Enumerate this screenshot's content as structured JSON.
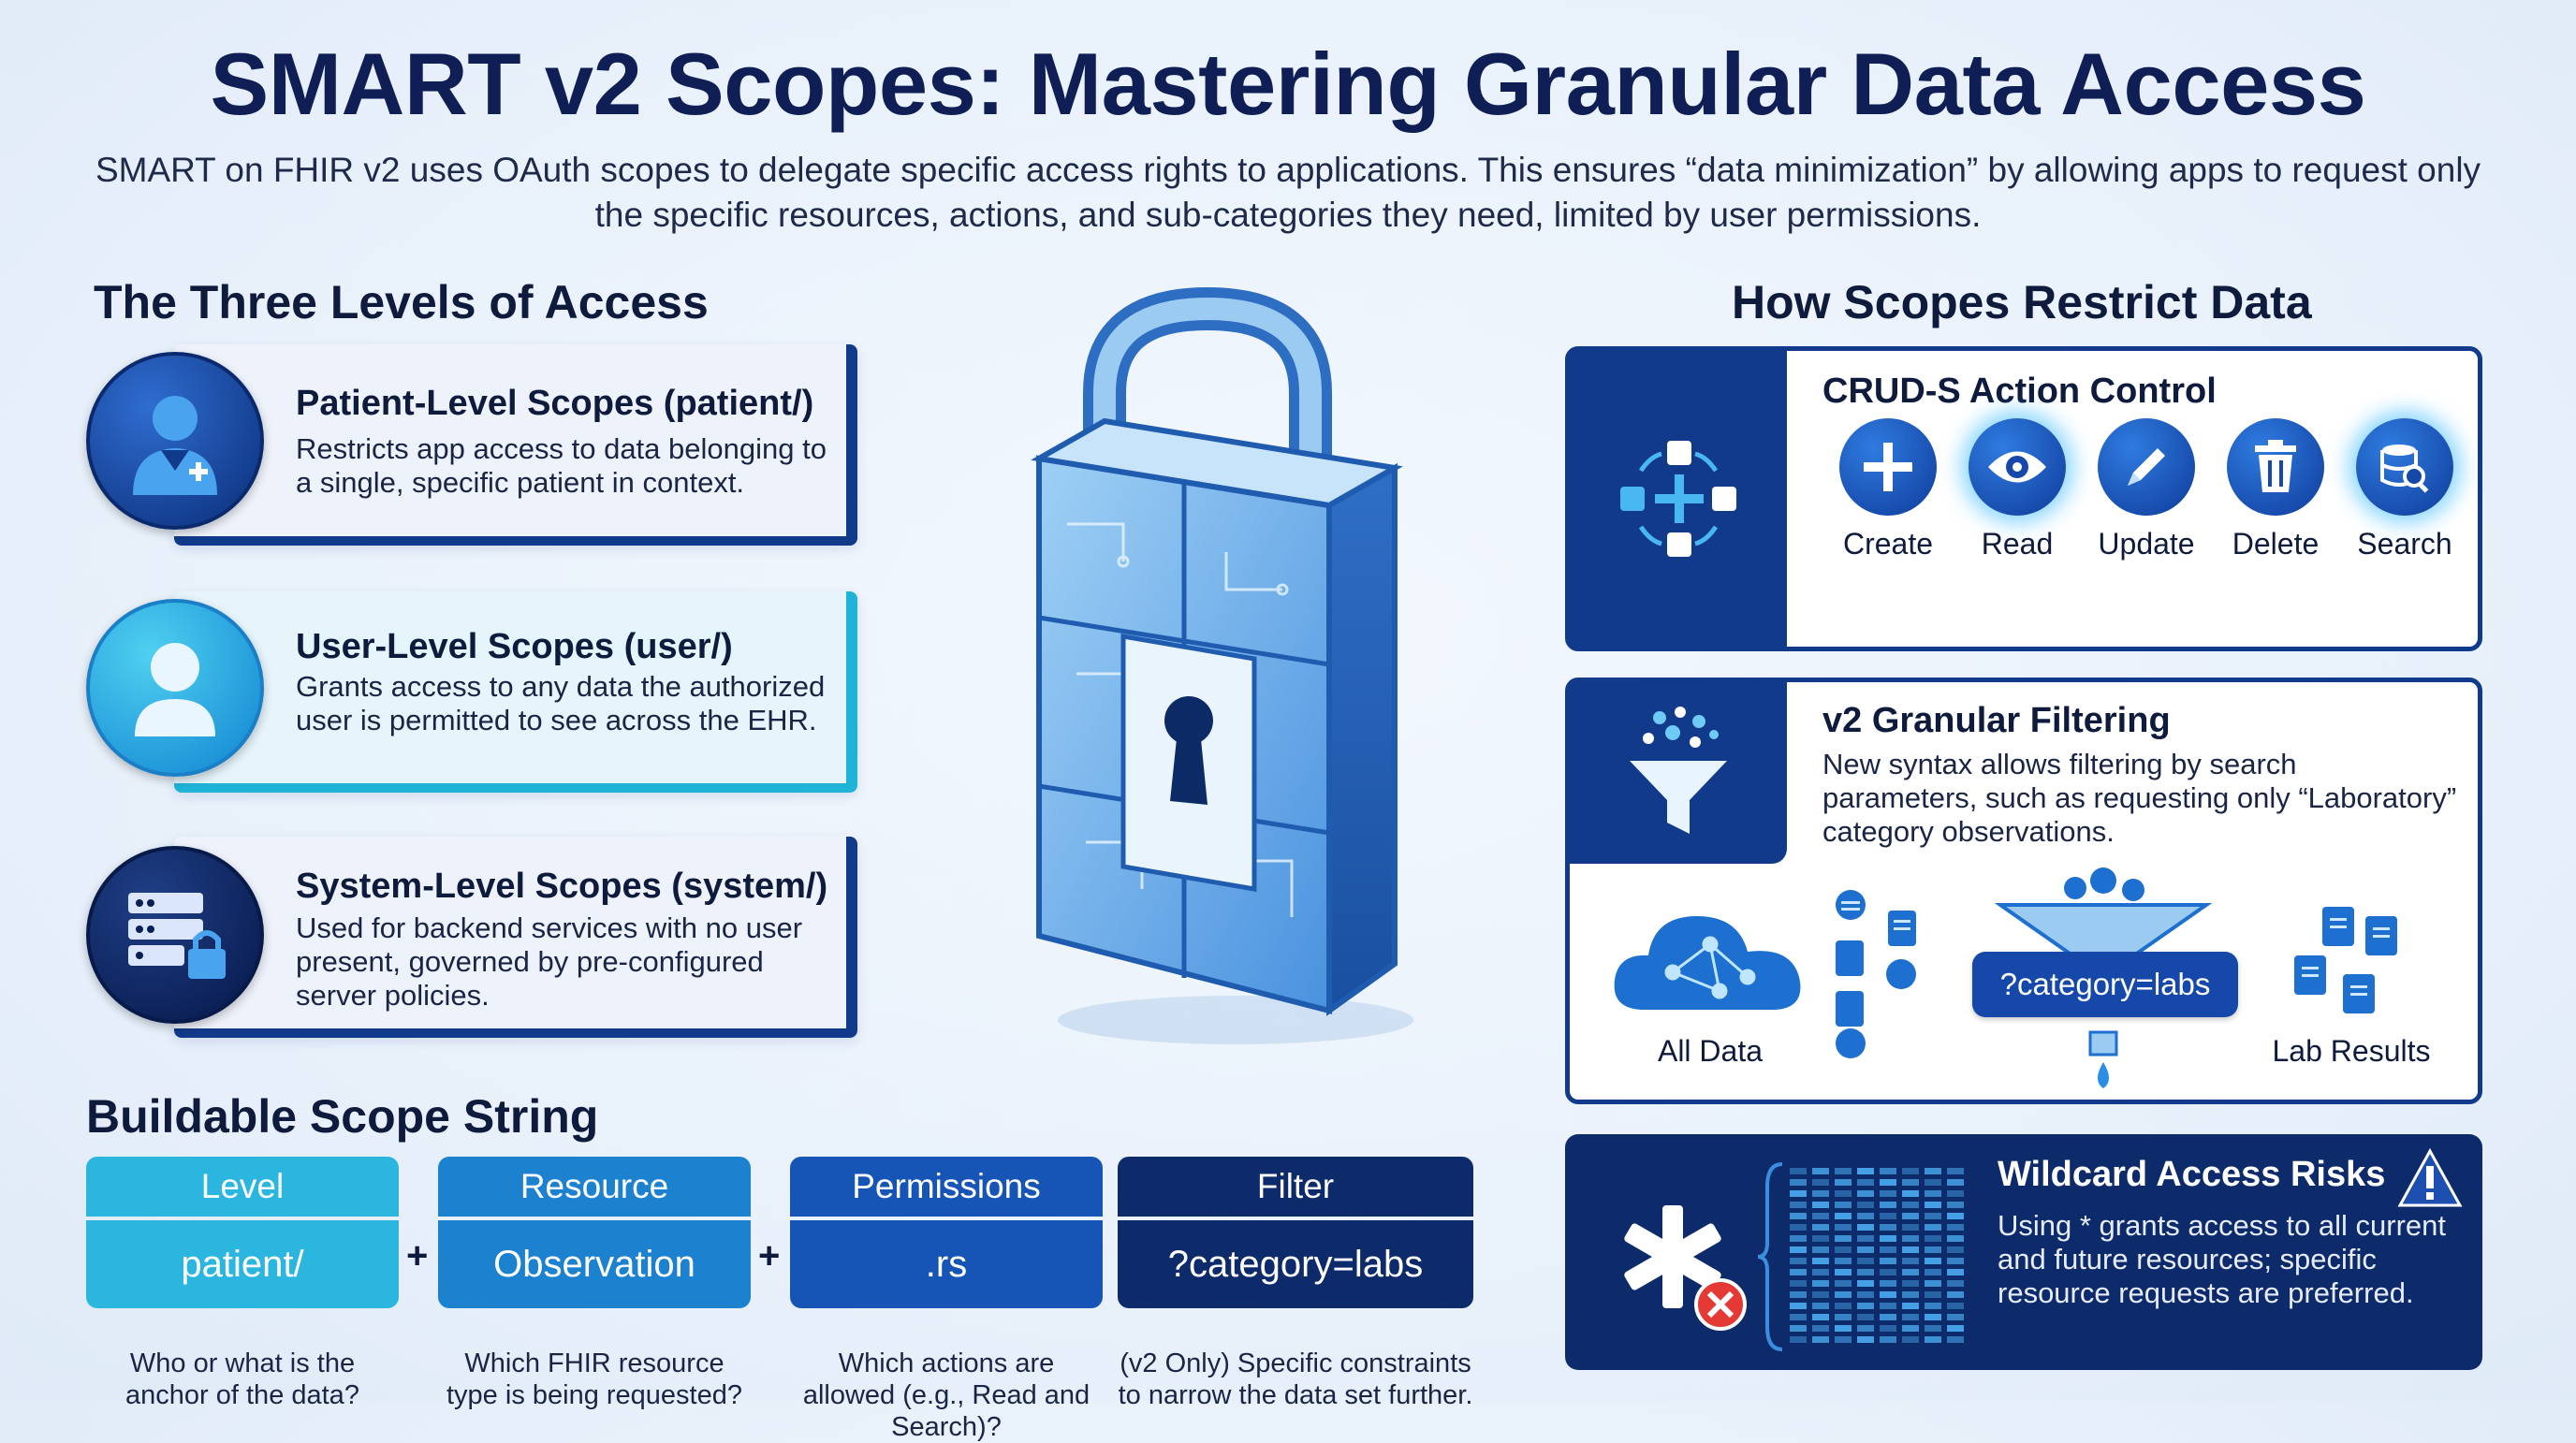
{
  "header": {
    "title": "SMART v2 Scopes: Mastering Granular Data Access",
    "subtitle": "SMART on FHIR v2 uses OAuth scopes to delegate specific access rights to applications. This ensures “data minimization” by allowing apps to request only the specific resources, actions, and sub-categories they need, limited by user permissions."
  },
  "levels": {
    "heading": "The Three Levels of Access",
    "items": [
      {
        "title": "Patient-Level Scopes (patient/)",
        "desc": "Restricts app access to data belonging to a single, specific patient in context.",
        "icon": "patient-icon"
      },
      {
        "title": "User-Level Scopes (user/)",
        "desc": "Grants access to any data the authorized user is permitted to see across the EHR.",
        "icon": "user-icon"
      },
      {
        "title": "System-Level Scopes (system/)",
        "desc": "Used for backend services with no user present, governed by pre-configured server policies.",
        "icon": "server-lock-icon"
      }
    ]
  },
  "restrict": {
    "heading": "How Scopes Restrict Data",
    "crud": {
      "title": "CRUD-S Action Control",
      "actions": [
        {
          "label": "Create",
          "icon": "plus-icon"
        },
        {
          "label": "Read",
          "icon": "eye-icon"
        },
        {
          "label": "Update",
          "icon": "pencil-icon"
        },
        {
          "label": "Delete",
          "icon": "trash-icon"
        },
        {
          "label": "Search",
          "icon": "database-search-icon"
        }
      ]
    },
    "filter": {
      "title": "v2 Granular Filtering",
      "desc": "New syntax allows filtering by search parameters, such as requesting only “Laboratory” category observations.",
      "pill": "?category=labs",
      "all_data": "All Data",
      "lab_results": "Lab Results"
    },
    "wildcard": {
      "title": "Wildcard Access Risks",
      "desc": "Using * grants access to all current and future resources; specific resource requests are preferred."
    }
  },
  "scope_string": {
    "heading": "Buildable Scope String",
    "parts": [
      {
        "head": "Level",
        "value": "patient/",
        "question": "Who or what is the anchor of the data?"
      },
      {
        "head": "Resource",
        "value": "Observation",
        "question": "Which FHIR resource type is being requested?"
      },
      {
        "head": "Permissions",
        "value": ".rs",
        "question": "Which actions are allowed (e.g., Read and Search)?"
      },
      {
        "head": "Filter",
        "value": "?category=labs",
        "question": "(v2 Only) Specific constraints to narrow the data set further."
      }
    ],
    "plus": "+"
  },
  "colors": {
    "navy": "#123a8a",
    "cyan": "#1fb3d8",
    "dark": "#0d2a6b",
    "alert": "#e53935"
  }
}
